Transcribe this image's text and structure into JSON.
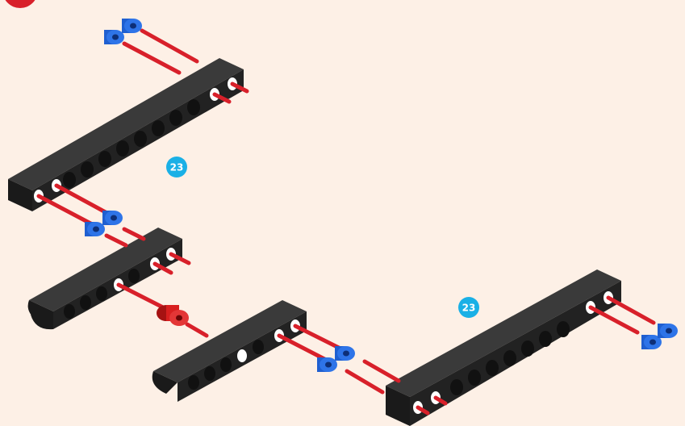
{
  "diagram": {
    "step_badges": [
      {
        "label": "23",
        "color": "#1ab0e6"
      },
      {
        "label": "23",
        "color": "#1ab0e6"
      }
    ],
    "colors": {
      "background": "#fdf0e6",
      "beam": "#222222",
      "beam_top": "#3a3a3a",
      "axle_line": "#d8202a",
      "connector_blue": "#1f5fd0",
      "connector_red": "#d81f1f",
      "corner_marker": "#d8202a"
    },
    "parts": [
      {
        "type": "beam",
        "holes": 11,
        "name": "long-beam-top"
      },
      {
        "type": "beam",
        "holes": 7,
        "name": "short-beam-left"
      },
      {
        "type": "beam",
        "holes": 7,
        "name": "short-beam-middle"
      },
      {
        "type": "beam",
        "holes": 11,
        "name": "long-beam-right"
      },
      {
        "type": "double-connector",
        "color": "blue"
      },
      {
        "type": "single-connector",
        "color": "red"
      }
    ]
  }
}
